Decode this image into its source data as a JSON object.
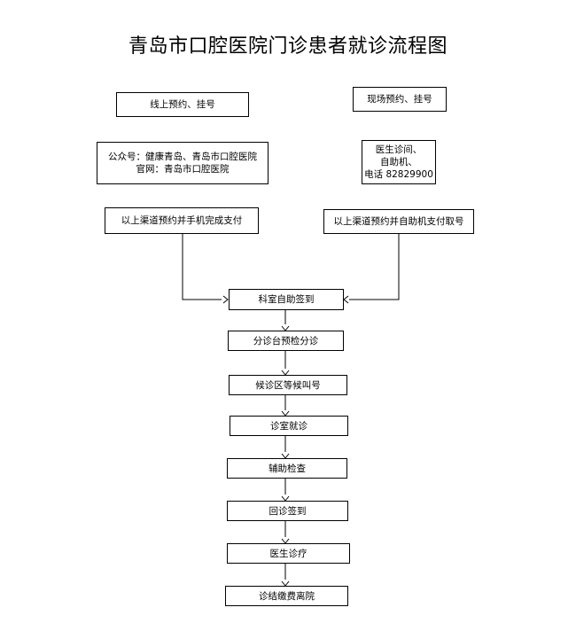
{
  "title": "青岛市口腔医院门诊患者就诊流程图",
  "left": {
    "step1": "线上预约、挂号",
    "step2_line1": "公众号：健康青岛、青岛市口腔医院",
    "step2_line2": "官网：青岛市口腔医院",
    "step3": "以上渠道预约并手机完成支付"
  },
  "right": {
    "step1": "现场预约、挂号",
    "step2_line1": "医生诊间、",
    "step2_line2": "自助机、",
    "step2_line3": "电话 82829900",
    "step3": "以上渠道预约并自助机支付取号"
  },
  "main_steps": [
    "科室自助签到",
    "分诊台预检分诊",
    "候诊区等候叫号",
    "诊室就诊",
    "辅助检查",
    "回诊签到",
    "医生诊疗",
    "诊结缴费离院"
  ]
}
